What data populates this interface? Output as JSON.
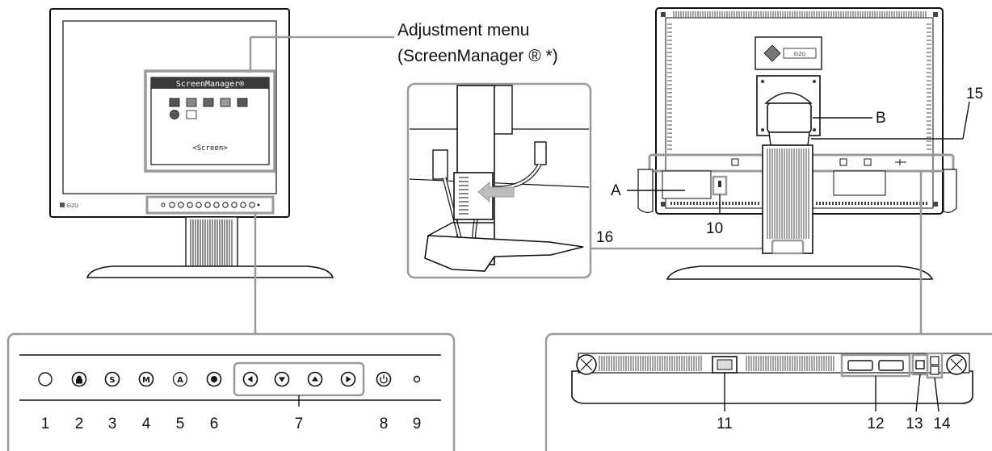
{
  "callouts": {
    "menu_title": "Adjustment menu",
    "menu_subtitle": "(ScreenManager ® *)",
    "A": "A",
    "B": "B",
    "10": "10",
    "15": "15",
    "16": "16"
  },
  "osd": {
    "title": "ScreenManager®",
    "subtitle": "<Screen>"
  },
  "brand": {
    "logo_text": "EIZO"
  },
  "front_panel": {
    "button_symbols": [
      "S",
      "M",
      "A"
    ],
    "labels": [
      "1",
      "2",
      "3",
      "4",
      "5",
      "6",
      "7",
      "8",
      "9"
    ]
  },
  "bottom_panel": {
    "labels": [
      "11",
      "12",
      "13",
      "14"
    ]
  },
  "colors": {
    "callout_line": "#9a9a9a",
    "outline": "#111111",
    "osd_title_bar": "#3a3a3a",
    "vent": "#444444"
  }
}
